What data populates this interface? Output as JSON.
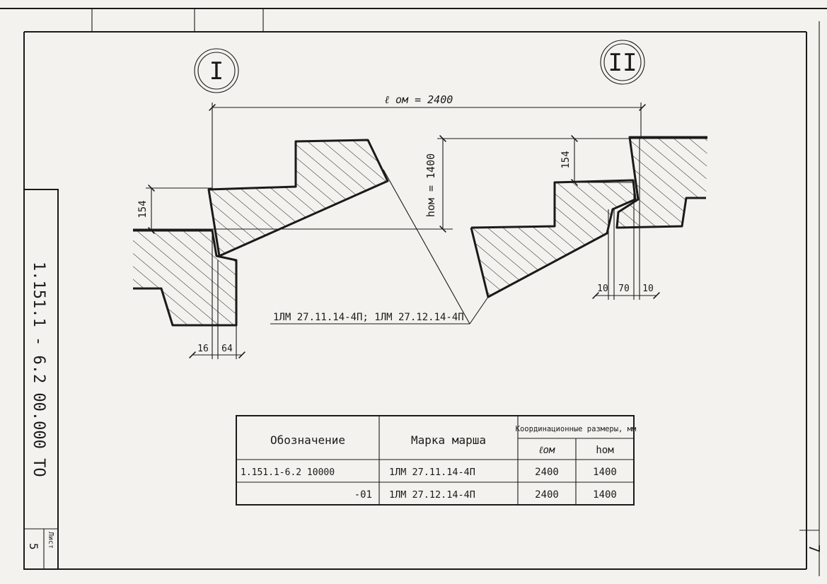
{
  "views": {
    "view1_label": "I",
    "view2_label": "II"
  },
  "dimensions": {
    "l_om": "ℓ ом = 2400",
    "h_om": "hом = 1400",
    "left_154": "154",
    "right_154": "154",
    "left_16": "16",
    "left_64": "64",
    "right_10a": "10",
    "right_70": "70",
    "right_10b": "10"
  },
  "callout": "1ЛМ 27.11.14-4П; 1ЛМ 27.12.14-4П",
  "side_stamp": {
    "code": "1.151.1 - 6.2 00.000 ТО",
    "sheet_label": "Лист",
    "sheet_number": "5"
  },
  "corner_mark": "7",
  "table": {
    "headers": {
      "designation": "Обозначение",
      "mark": "Марка марша",
      "coord_group": "Координационные размеры, мм",
      "l_om": "ℓом",
      "h_om": "hом"
    },
    "rows": [
      {
        "designation": "1.151.1-6.2 10000",
        "mark": "1ЛМ  27.11.14-4П",
        "l": "2400",
        "h": "1400"
      },
      {
        "designation": "-01",
        "mark": "1ЛМ  27.12.14-4П",
        "l": "2400",
        "h": "1400"
      }
    ]
  }
}
